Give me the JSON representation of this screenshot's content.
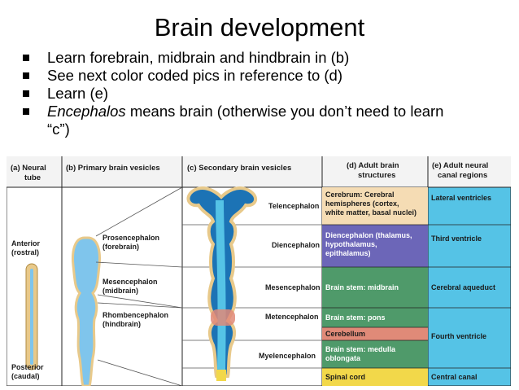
{
  "slide": {
    "title": "Brain development",
    "bullets": [
      {
        "emph": "",
        "text": "Learn forebrain, midbrain and hindbrain in (b)"
      },
      {
        "emph": "",
        "text": "See next color coded pics in reference to (d)"
      },
      {
        "emph": "",
        "text": "Learn (e)"
      },
      {
        "emph": "Encephalos",
        "text": " means brain (otherwise you don’t need to learn “c”)"
      }
    ]
  },
  "figure": {
    "headers": {
      "a1": "(a) Neural",
      "a2": "tube",
      "b": "(b) Primary brain vesicles",
      "c": "(c) Secondary brain vesicles",
      "d1": "(d) Adult brain",
      "d2": "structures",
      "e1": "(e) Adult neural",
      "e2": "canal regions"
    },
    "neural_tube": {
      "anterior1": "Anterior",
      "anterior2": "(rostral)",
      "posterior1": "Posterior",
      "posterior2": "(caudal)"
    },
    "primary": {
      "pros1": "Prosencephalon",
      "pros2": "(forebrain)",
      "mes1": "Mesencephalon",
      "mes2": "(midbrain)",
      "rhomb1": "Rhombencephalon",
      "rhomb2": "(hindbrain)"
    },
    "secondary": {
      "tel": "Telencephalon",
      "die": "Diencephalon",
      "mes": "Mesencephalon",
      "met": "Metencephalon",
      "mye": "Myelencephalon"
    },
    "adult": {
      "cere1": "Cerebrum: Cerebral",
      "cere2": "hemispheres (cortex,",
      "cere3": "white matter, basal nuclei)",
      "die1": "Diencephalon (thalamus,",
      "die2": "hypothalamus,",
      "die3": "epithalamus)",
      "mid": "Brain stem: midbrain",
      "pons": "Brain stem: pons",
      "cbl": "Cerebellum",
      "med1": "Brain stem: medulla",
      "med2": "oblongata",
      "spinal": "Spinal cord"
    },
    "canal": {
      "lat": "Lateral ventricles",
      "third": "Third ventricle",
      "aque": "Cerebral aqueduct",
      "fourth": "Fourth ventricle",
      "central": "Central canal"
    },
    "colors": {
      "cerebrum": "#f5dcb4",
      "diencephalon": "#6c66b8",
      "brainstem": "#4f9a6a",
      "cerebellum": "#e08a78",
      "spinal": "#f2d84a",
      "canal": "#55c3e6",
      "tube_tan": "#e8c98a",
      "vesicle_blue": "#7fc5ec",
      "ventricle": "#1c73b5"
    }
  }
}
